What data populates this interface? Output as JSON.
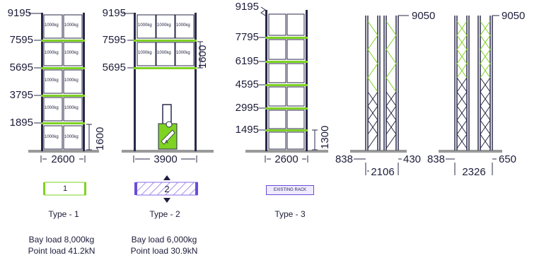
{
  "colors": {
    "frame": "#2a2a4a",
    "beam": "#7ed321",
    "pallet": "#2a2a4a",
    "legend_border": "#6a4cd8",
    "forklift": "#7ed321"
  },
  "type1": {
    "heights": [
      "9195",
      "7595",
      "5695",
      "3795",
      "1895"
    ],
    "vertical_gap": "1600",
    "bay_width": "2600",
    "pallet_label": "1000kg",
    "legend_number": "1",
    "type_label": "Type - 1",
    "bay_load": "Bay load 8,000kg",
    "point_load": "Point load 41.2kN"
  },
  "type2": {
    "heights": [
      "9195",
      "7595",
      "5695"
    ],
    "vertical_gap": "1600",
    "bay_width": "3900",
    "pallet_label": "1000kg",
    "legend_number": "2",
    "type_label": "Type - 2",
    "bay_load": "Bay load 6,000kg",
    "point_load": "Point load 30.9kN"
  },
  "type3": {
    "heights": [
      "9195",
      "7795",
      "6195",
      "4595",
      "2995",
      "1495"
    ],
    "vertical_gap": "1300",
    "bay_width": "2600",
    "legend_label": "EXISTING RACK",
    "type_label": "Type - 3"
  },
  "frame1": {
    "top": "9050",
    "left": "838",
    "right": "430",
    "depth": "2106"
  },
  "frame2": {
    "top": "9050",
    "left": "838",
    "right": "650",
    "depth": "2326"
  }
}
